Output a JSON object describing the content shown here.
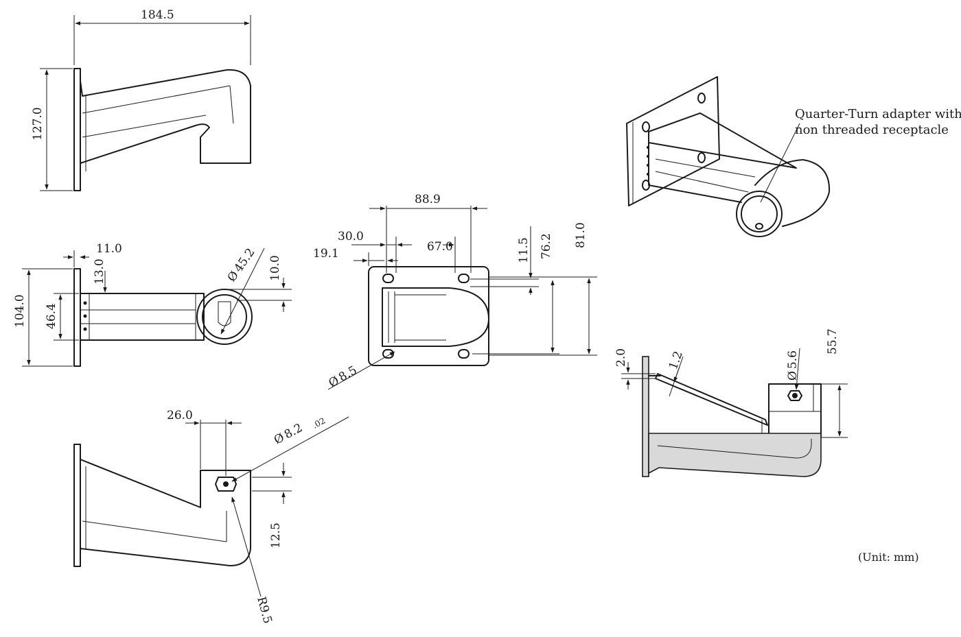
{
  "side_view": {
    "overall_length": "184.5",
    "overall_height": "127.0"
  },
  "top_view": {
    "flange_offset": "11.0",
    "flange_thickness": "13.0",
    "flange_height": "104.0",
    "arm_width": "46.4",
    "ring_diameter": "45.2",
    "ring_offset": "10.0",
    "diameter_symbol": "Ø"
  },
  "front_plate": {
    "slot_spacing": "88.9",
    "slot_offset": "30.0",
    "inner_width": "67.0",
    "edge_offset": "19.1",
    "slot_top": "11.5",
    "slot_height": "76.2",
    "plate_height": "81.0",
    "hole_diameter": "8.5"
  },
  "lower_side_view": {
    "tip_width": "26.0",
    "hole_diameter": "8.2",
    "hole_tolerance": ".02",
    "hole_drop": "12.5",
    "radius": "R9.5"
  },
  "section_view": {
    "flange_lip": "2.0",
    "wall_thickness": "1.2",
    "screw_diameter": "5.6",
    "receptacle_height": "55.7"
  },
  "callout": {
    "line1": "Quarter-Turn adapter with",
    "line2": "non threaded receptacle"
  },
  "unit_note": "(Unit: mm)"
}
